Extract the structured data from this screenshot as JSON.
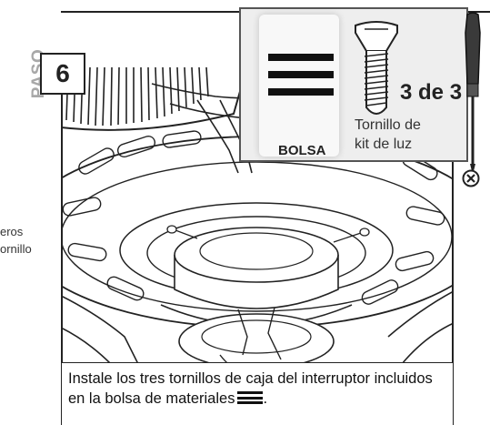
{
  "step": {
    "word": "PASO",
    "number": "6"
  },
  "side_notes": {
    "line1": "eros",
    "line2": "ornillo"
  },
  "parts_panel": {
    "bag_label": "BOLSA",
    "quantity": "3 de 3",
    "screw_label_line1": "Tornillo de",
    "screw_label_line2": "kit de luz"
  },
  "icons": {
    "bag": "bag-three-bars-icon",
    "screw": "screw-icon",
    "screwdriver": "screwdriver-icon",
    "prohibited": "circle-x-icon"
  },
  "instruction": {
    "text": "Instale los tres tornillos de caja del interruptor incluidos en la bolsa de materiales"
  },
  "colors": {
    "border": "#222222",
    "panel_bg": "#eeeeee",
    "paso_text": "#a8a8a8"
  }
}
